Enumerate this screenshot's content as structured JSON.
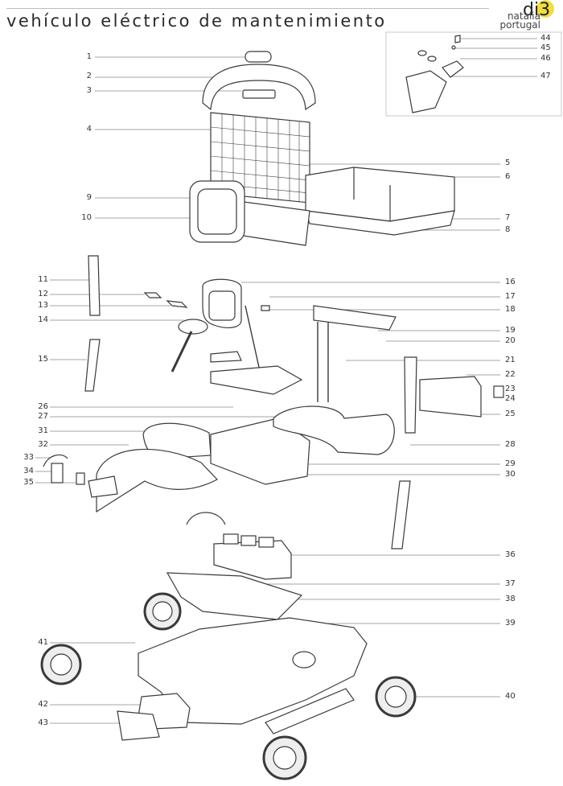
{
  "title": "vehículo eléctrico de mantenimiento",
  "logo": {
    "mark": "di3",
    "line1": "natalia",
    "line2": "portugal"
  },
  "colors": {
    "line": "#555555",
    "part": "#3a3a3a",
    "accent": "#f1de3b"
  },
  "callouts": {
    "c1": "1",
    "c2": "2",
    "c3": "3",
    "c4": "4",
    "c5": "5",
    "c6": "6",
    "c7": "7",
    "c8": "8",
    "c9": "9",
    "c10": "10",
    "c11": "11",
    "c12": "12",
    "c13": "13",
    "c14": "14",
    "c15": "15",
    "c16": "16",
    "c17": "17",
    "c18": "18",
    "c19": "19",
    "c20": "20",
    "c21": "21",
    "c22": "22",
    "c23": "23",
    "c24": "24",
    "c25": "25",
    "c26": "26",
    "c27": "27",
    "c28": "28",
    "c29": "29",
    "c30": "30",
    "c31": "31",
    "c32": "32",
    "c33": "33",
    "c34": "34",
    "c35": "35",
    "c36": "36",
    "c37": "37",
    "c38": "38",
    "c39": "39",
    "c40": "40",
    "c41": "41",
    "c42": "42",
    "c43": "43",
    "c44": "44",
    "c45": "45",
    "c46": "46",
    "c47": "47"
  }
}
